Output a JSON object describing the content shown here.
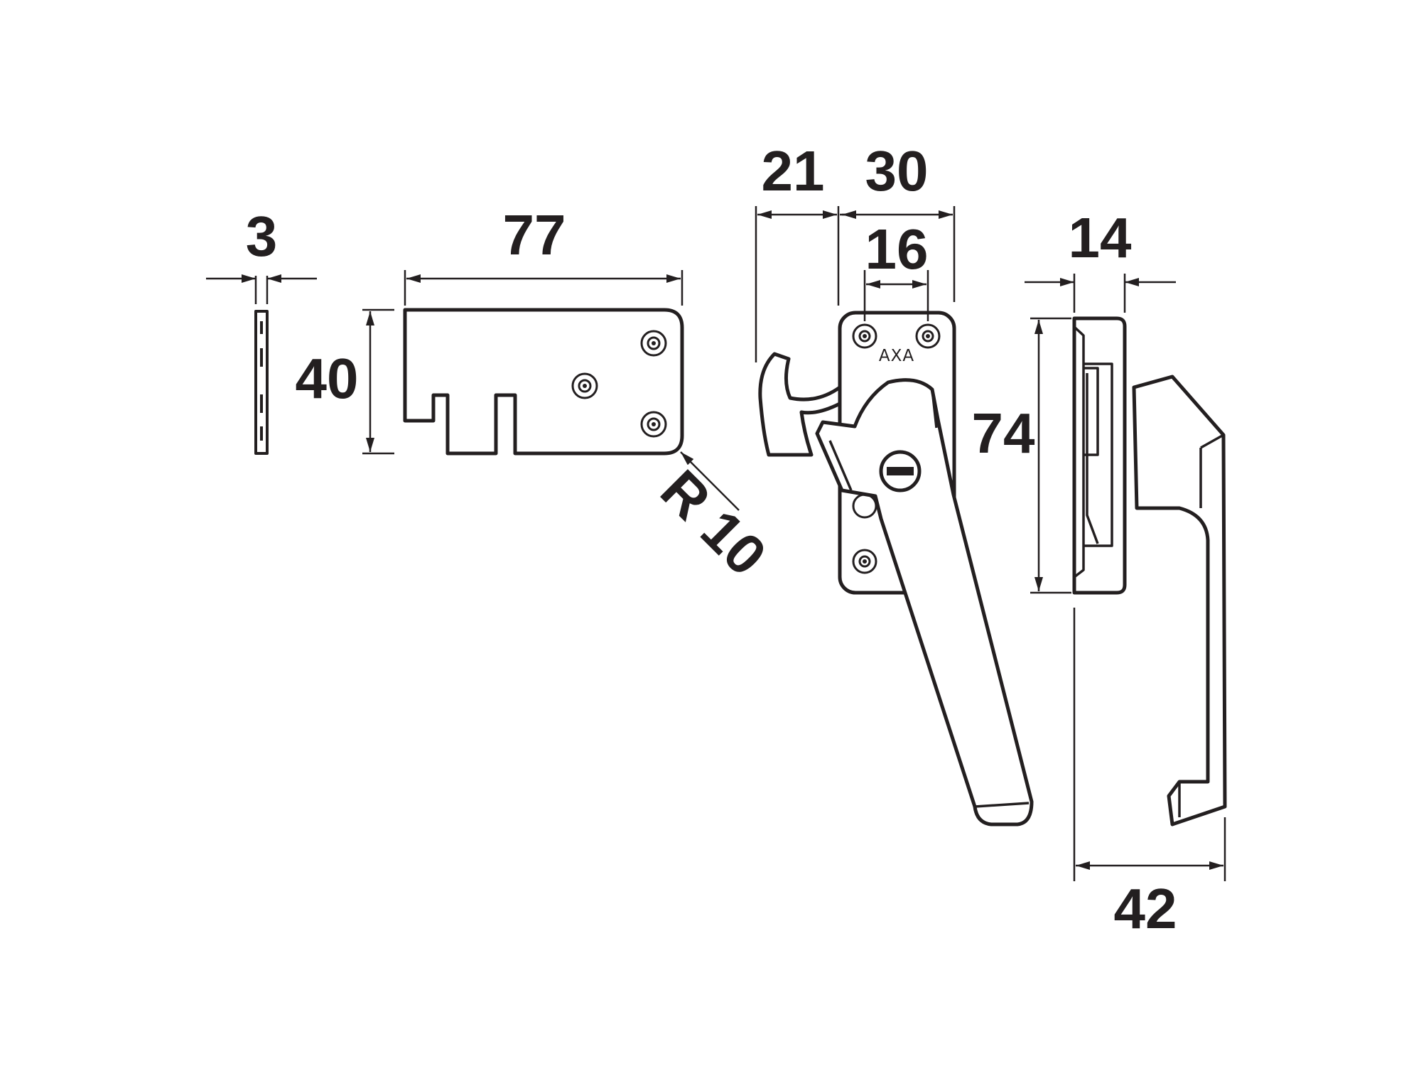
{
  "brand_mark": "AXA",
  "dimensions": {
    "strike_thickness": "3",
    "strike_width": "77",
    "strike_height": "40",
    "strike_corner_radius": "R 10",
    "hook_projection": "21",
    "base_width": "30",
    "screw_spacing": "16",
    "base_height": "74",
    "base_depth": "14",
    "handle_depth": "42"
  },
  "colors": {
    "line": "#231f20",
    "background": "#ffffff"
  }
}
